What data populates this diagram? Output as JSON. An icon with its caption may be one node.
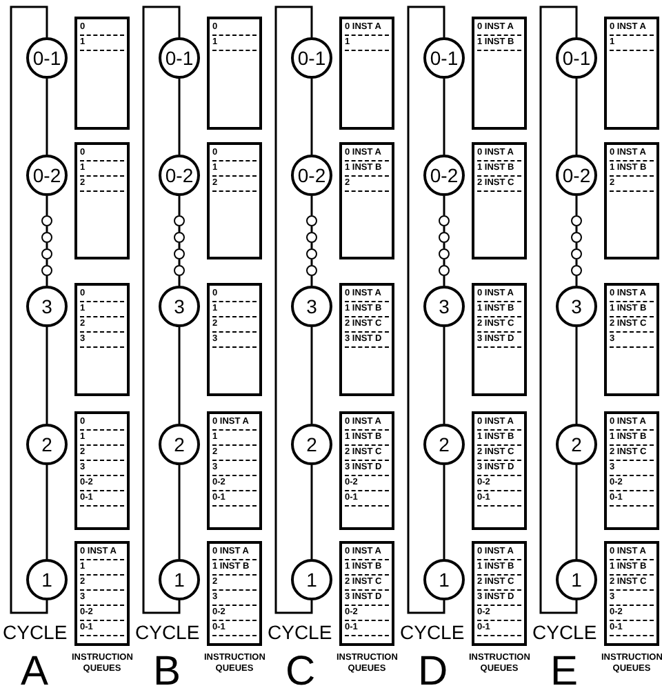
{
  "diagram": {
    "nodes": [
      {
        "text": [
          "0-1"
        ]
      },
      {
        "text": [
          "0",
          "1"
        ]
      },
      {
        "text": [
          "0-2"
        ]
      },
      {
        "text": [
          "0",
          "1",
          "2"
        ]
      },
      {
        "text": [],
        "shape": "circle"
      },
      {
        "text": [],
        "shape": "circle"
      },
      {
        "text": [],
        "shape": "circle"
      },
      {
        "text": [],
        "shape": "circle"
      },
      {
        "text": [
          "3"
        ]
      },
      {
        "text": [
          "0",
          "1",
          "2",
          "3"
        ]
      },
      {
        "text": [
          "2"
        ]
      },
      {
        "text": [
          "0",
          "1",
          "2",
          "3",
          "0-2",
          "0-1"
        ]
      },
      {
        "text": [
          "1"
        ]
      },
      {
        "text": [
          "0 INST A",
          "1",
          "2",
          "3",
          "0-2",
          "0-1"
        ]
      },
      {
        "text": [
          "0-1"
        ]
      },
      {
        "text": [
          "0",
          "1"
        ]
      },
      {
        "text": [
          "0-2"
        ]
      },
      {
        "text": [
          "0",
          "1",
          "2"
        ]
      },
      {
        "text": [],
        "shape": "circle"
      },
      {
        "text": [],
        "shape": "circle"
      },
      {
        "text": [],
        "shape": "circle"
      },
      {
        "text": [],
        "shape": "circle"
      },
      {
        "text": [
          "3"
        ]
      },
      {
        "text": [
          "0",
          "1",
          "2",
          "3"
        ]
      },
      {
        "text": [
          "2"
        ]
      },
      {
        "text": [
          "0 INST A",
          "1",
          "2",
          "3",
          "0-2",
          "0-1"
        ]
      },
      {
        "text": [
          "1"
        ]
      },
      {
        "text": [
          "0 INST A",
          "1 INST B",
          "2",
          "3",
          "0-2",
          "0-1"
        ]
      },
      {
        "text": [
          "0-1"
        ]
      },
      {
        "text": [
          "0 INST A",
          "1"
        ]
      },
      {
        "text": [
          "0-2"
        ]
      },
      {
        "text": [
          "0 INST A",
          "1 INST B",
          "2"
        ]
      },
      {
        "text": [],
        "shape": "circle"
      },
      {
        "text": [],
        "shape": "circle"
      },
      {
        "text": [],
        "shape": "circle"
      },
      {
        "text": [],
        "shape": "circle"
      },
      {
        "text": [
          "3"
        ]
      },
      {
        "text": [
          "0 INST A",
          "1 INST B",
          "2 INST C",
          "3 INST D"
        ]
      },
      {
        "text": [
          "2"
        ]
      },
      {
        "text": [
          "0 INST A",
          "1 INST B",
          "2 INST C",
          "3 INST D",
          "0-2",
          "0-1"
        ]
      },
      {
        "text": [
          "1"
        ]
      },
      {
        "text": [
          "0 INST A",
          "1 INST B",
          "2 INST C",
          "3 INST D",
          "0-2",
          "0-1"
        ]
      },
      {
        "text": [
          "0-1"
        ]
      },
      {
        "text": [
          "0 INST A",
          "1 INST B"
        ]
      },
      {
        "text": [
          "0-2"
        ]
      },
      {
        "text": [
          "0 INST A",
          "1 INST B",
          "2 INST C"
        ]
      },
      {
        "text": [],
        "shape": "circle"
      },
      {
        "text": [],
        "shape": "circle"
      },
      {
        "text": [],
        "shape": "circle"
      },
      {
        "text": [],
        "shape": "circle"
      },
      {
        "text": [
          "3"
        ]
      },
      {
        "text": [
          "0 INST A",
          "1 INST B",
          "2 INST C",
          "3 INST D"
        ]
      },
      {
        "text": [
          "2"
        ]
      },
      {
        "text": [
          "0 INST A",
          "1 INST B",
          "2 INST C",
          "3 INST D",
          "0-2",
          "0-1"
        ]
      },
      {
        "text": [
          "1"
        ]
      },
      {
        "text": [
          "0 INST A",
          "1 INST B",
          "2 INST C",
          "3 INST D",
          "0-2",
          "0-1"
        ]
      },
      {
        "text": [
          "0-1"
        ]
      },
      {
        "text": [
          "0 INST A",
          "1"
        ]
      },
      {
        "text": [
          "0-2"
        ]
      },
      {
        "text": [
          "0 INST A",
          "1 INST B",
          "2"
        ]
      },
      {
        "text": [],
        "shape": "circle"
      },
      {
        "text": [],
        "shape": "circle"
      },
      {
        "text": [],
        "shape": "circle"
      },
      {
        "text": [],
        "shape": "circle"
      },
      {
        "text": [
          "3"
        ]
      },
      {
        "text": [
          "0 INST A",
          "1 INST B",
          "2 INST C",
          "3"
        ]
      },
      {
        "text": [
          "2"
        ]
      },
      {
        "text": [
          "0 INST A",
          "1 INST B",
          "2 INST C",
          "3",
          "0-2",
          "0-1"
        ]
      },
      {
        "text": [
          "1"
        ]
      },
      {
        "text": [
          "0 INST A",
          "1 INST B",
          "2 INST C",
          "3",
          "0-2",
          "0-1"
        ]
      }
    ],
    "edges": [
      {
        "from": 0,
        "to": 2,
        "arrow": "none"
      },
      {
        "from": 2,
        "to": 4,
        "arrow": "none"
      },
      {
        "from": 4,
        "to": 5,
        "arrow": "none"
      },
      {
        "from": 5,
        "to": 6,
        "arrow": "none"
      },
      {
        "from": 6,
        "to": 7,
        "arrow": "none"
      },
      {
        "from": 7,
        "to": 8,
        "arrow": "none"
      },
      {
        "from": 8,
        "to": 10,
        "arrow": "none"
      },
      {
        "from": 10,
        "to": 12,
        "arrow": "none"
      },
      {
        "from": 12,
        "to": 0,
        "arrow": "none"
      },
      {
        "from": 14,
        "to": 16,
        "arrow": "none"
      },
      {
        "from": 16,
        "to": 18,
        "arrow": "none"
      },
      {
        "from": 18,
        "to": 19,
        "arrow": "none"
      },
      {
        "from": 19,
        "to": 20,
        "arrow": "none"
      },
      {
        "from": 20,
        "to": 21,
        "arrow": "none"
      },
      {
        "from": 21,
        "to": 22,
        "arrow": "none"
      },
      {
        "from": 22,
        "to": 24,
        "arrow": "none"
      },
      {
        "from": 24,
        "to": 26,
        "arrow": "none"
      },
      {
        "from": 26,
        "to": 14,
        "arrow": "none"
      },
      {
        "from": 28,
        "to": 30,
        "arrow": "none"
      },
      {
        "from": 30,
        "to": 32,
        "arrow": "none"
      },
      {
        "from": 32,
        "to": 33,
        "arrow": "none"
      },
      {
        "from": 33,
        "to": 34,
        "arrow": "none"
      },
      {
        "from": 34,
        "to": 35,
        "arrow": "none"
      },
      {
        "from": 35,
        "to": 36,
        "arrow": "none"
      },
      {
        "from": 36,
        "to": 38,
        "arrow": "none"
      },
      {
        "from": 38,
        "to": 40,
        "arrow": "none"
      },
      {
        "from": 40,
        "to": 28,
        "arrow": "none"
      },
      {
        "from": 42,
        "to": 44,
        "arrow": "none"
      },
      {
        "from": 44,
        "to": 46,
        "arrow": "none"
      },
      {
        "from": 46,
        "to": 47,
        "arrow": "none"
      },
      {
        "from": 47,
        "to": 48,
        "arrow": "none"
      },
      {
        "from": 48,
        "to": 49,
        "arrow": "none"
      },
      {
        "from": 49,
        "to": 50,
        "arrow": "none"
      },
      {
        "from": 50,
        "to": 52,
        "arrow": "none"
      },
      {
        "from": 52,
        "to": 54,
        "arrow": "none"
      },
      {
        "from": 54,
        "to": 42,
        "arrow": "none"
      },
      {
        "from": 56,
        "to": 58,
        "arrow": "none"
      },
      {
        "from": 58,
        "to": 60,
        "arrow": "none"
      },
      {
        "from": 60,
        "to": 61,
        "arrow": "none"
      },
      {
        "from": 61,
        "to": 62,
        "arrow": "none"
      },
      {
        "from": 62,
        "to": 63,
        "arrow": "none"
      },
      {
        "from": 63,
        "to": 64,
        "arrow": "none"
      },
      {
        "from": 64,
        "to": 66,
        "arrow": "none"
      },
      {
        "from": 66,
        "to": 68,
        "arrow": "none"
      },
      {
        "from": 68,
        "to": 56,
        "arrow": "none"
      }
    ],
    "labels": [
      "CYCLE",
      "INSTRUCTION QUEUES",
      "A",
      "CYCLE",
      "INSTRUCTION QUEUES",
      "B",
      "CYCLE",
      "INSTRUCTION QUEUES",
      "C",
      "CYCLE",
      "INSTRUCTION QUEUES",
      "D",
      "CYCLE",
      "INSTRUCTION QUEUES",
      "E"
    ]
  }
}
